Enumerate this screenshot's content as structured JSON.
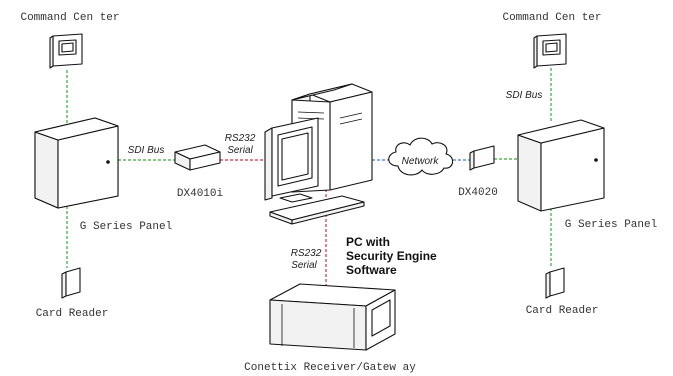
{
  "labels": {
    "command_center_left": "Command Cen ter",
    "command_center_right": "Command Cen ter",
    "g_series_panel_left": "G  Series Panel",
    "g_series_panel_right": "G  Series Panel",
    "card_reader_left": "Card Reader",
    "card_reader_right": "Card Reader",
    "dx4010i": "DX4010i",
    "dx4020": "DX4020",
    "conettix": "Conettix Receiver/Gatew ay",
    "sdi_bus_left": "SDI Bus",
    "sdi_bus_right": "SDI Bus",
    "rs232_serial_top_1": "RS232",
    "rs232_serial_top_2": "Serial",
    "rs232_serial_bottom_1": "RS232",
    "rs232_serial_bottom_2": "Serial",
    "network": "Network",
    "pc_title_1": "PC with",
    "pc_title_2": "Security Engine",
    "pc_title_3": "Software"
  },
  "colors": {
    "sdi_bus": "#3aa63a",
    "rs232": "#cc3344",
    "network": "#3b7fd4"
  }
}
